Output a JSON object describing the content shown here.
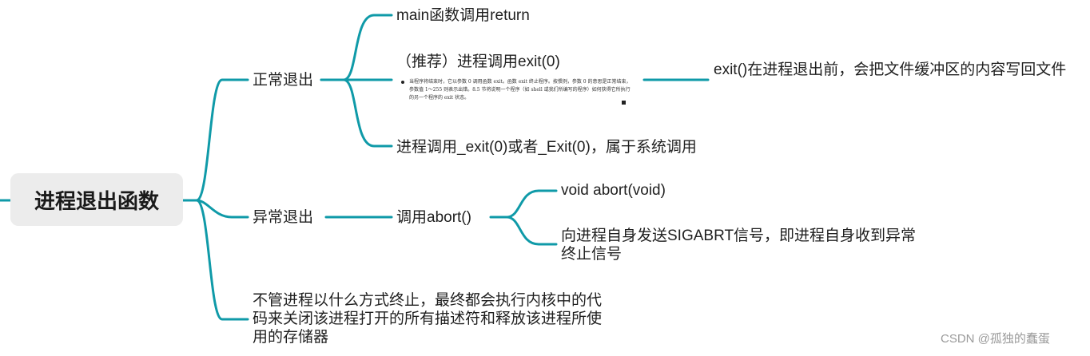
{
  "root": {
    "label": "进程退出函数"
  },
  "branches": {
    "normal_exit": {
      "label": "正常退出",
      "items": {
        "main_return": "main函数调用return",
        "exit_call": "（推荐）进程调用exit(0)",
        "exit_note": "exit()在进程退出前，会把文件缓冲区的内容写回文件",
        "underscore_exit": "进程调用_exit(0)或者_Exit(0)，属于系统调用"
      },
      "book_excerpt": "当程序将结束时，它以参数 0 调用函数 exit。函数 exit 终止程序。按惯例，参数 0 的意思是正常结束，参数值 1～255 则表示出错。8.5 节将说明一个程序（如 shell 或我们所编写的程序）如何获得它所执行的另一个程序的 exit 状态。"
    },
    "abnormal_exit": {
      "label": "异常退出",
      "call": "调用abort()",
      "details": {
        "signature": "void abort(void)",
        "description": "向进程自身发送SIGABRT信号，即进程自身收到异常终止信号"
      }
    },
    "summary": "不管进程以什么方式终止，最终都会执行内核中的代码来关闭该进程打开的所有描述符和释放该进程所使用的存储器"
  },
  "watermark": "CSDN @孤独的蠢蛋",
  "colors": {
    "connector": "#0f9aa8",
    "root_bg": "#ececec",
    "text": "#1f1f1f"
  }
}
